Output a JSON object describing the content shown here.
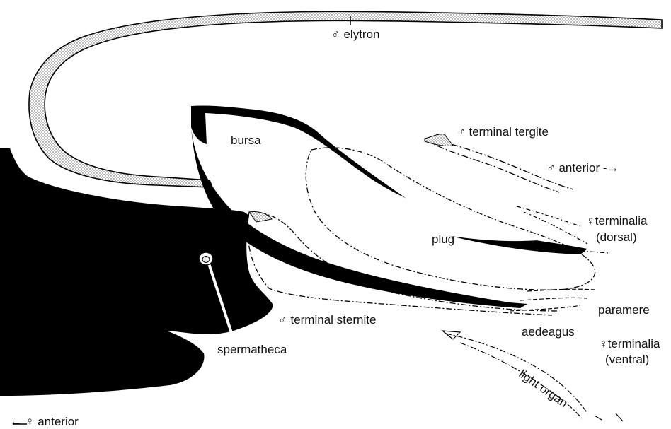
{
  "labels": {
    "elytron": "♂ elytron",
    "bursa": "bursa",
    "terminal_tergite": "♂ terminal tergite",
    "male_anterior": "♂ anterior -→",
    "female_terminalia_dorsal": "♀terminalia",
    "dorsal_paren": "(dorsal)",
    "plug": "plug",
    "paramere": "paramere",
    "terminal_sternite": "♂ terminal sternite",
    "aedeagus": "aedeagus",
    "female_terminalia_ventral": "♀terminalia",
    "ventral_paren": "(ventral)",
    "light_organ": "light organ",
    "spermatheca": "spermatheca",
    "female_anterior": "← ♀ anterior"
  },
  "colors": {
    "ink": "#000000",
    "stipple": "#d9d9d9",
    "paper": "#ffffff"
  }
}
